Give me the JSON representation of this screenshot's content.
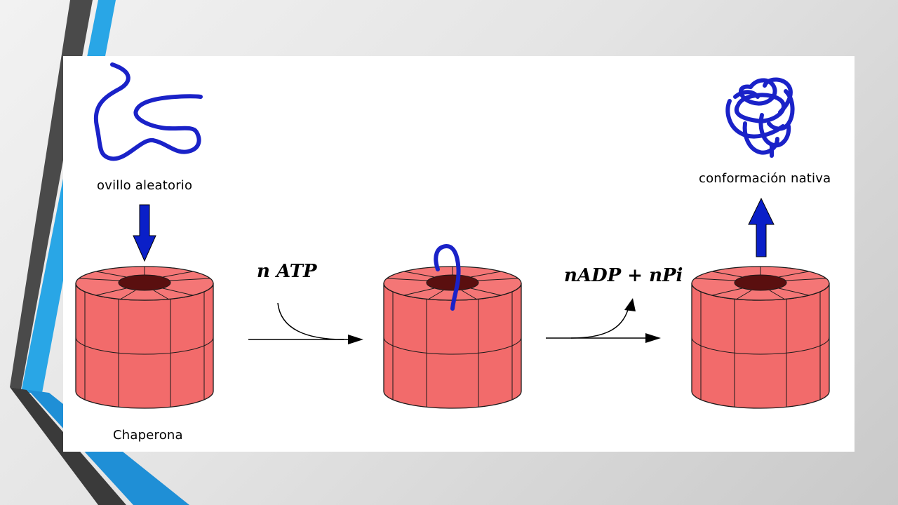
{
  "labels": {
    "random_coil": "ovillo aleatorio",
    "chaperone": "Chaperona",
    "native_conformation": "conformación nativa",
    "atp": "n ATP",
    "adp_pi": "nADP + nPi"
  },
  "colors": {
    "chaperone_body": "#f26b6b",
    "chaperone_top": "#f47676",
    "chaperone_hole": "#5a0f0f",
    "protein_chain": "#1a22c8",
    "arrow_fill": "#0a1fc8",
    "slide_accent_blue": "#29a6e6",
    "slide_accent_dark": "#4a4a4a"
  }
}
